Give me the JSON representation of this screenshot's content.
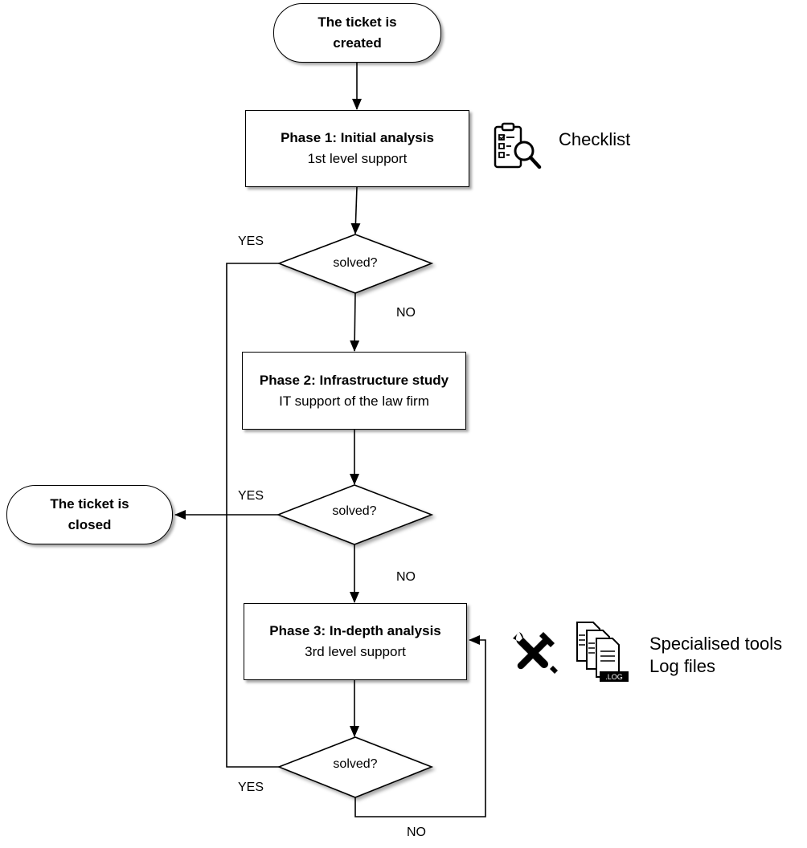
{
  "start": {
    "line1": "The ticket is",
    "line2": "created"
  },
  "phase1": {
    "title": "Phase 1: Initial analysis",
    "subtitle": "1st level support"
  },
  "phase2": {
    "title": "Phase 2: Infrastructure study",
    "subtitle": "IT support of the law firm"
  },
  "phase3": {
    "title": "Phase 3: In-depth analysis",
    "subtitle": "3rd level support"
  },
  "end": {
    "line1": "The ticket is",
    "line2": "closed"
  },
  "decisions": {
    "d1": "solved?",
    "d2": "solved?",
    "d3": "solved?"
  },
  "labels": {
    "yes1": "YES",
    "no1": "NO",
    "yes2": "YES",
    "no2": "NO",
    "yes3": "YES",
    "no3": "NO"
  },
  "annotations": {
    "checklist": "Checklist",
    "tools_line1": "Specialised tools",
    "tools_line2": "Log files",
    "log_badge": ".LOG"
  },
  "icons": {
    "checklist": "clipboard-magnifier-icon",
    "tools": "wrench-hammer-icon",
    "logs": "log-files-icon"
  }
}
